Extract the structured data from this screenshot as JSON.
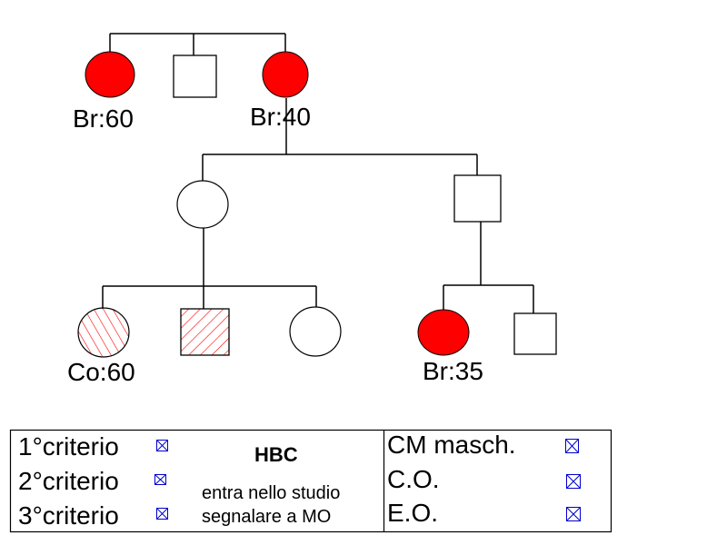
{
  "pedigree": {
    "generations": [
      {
        "name": "generation-1",
        "members": [
          {
            "id": "g1-female-left",
            "sex": "female",
            "affected": "breast",
            "label": "Br:60"
          },
          {
            "id": "g1-male",
            "sex": "male",
            "affected": "none",
            "label": ""
          },
          {
            "id": "g1-female-right",
            "sex": "female",
            "affected": "breast",
            "label": "Br:40"
          }
        ]
      },
      {
        "name": "generation-2",
        "members": [
          {
            "id": "g2-female",
            "sex": "female",
            "affected": "none",
            "label": ""
          },
          {
            "id": "g2-male",
            "sex": "male",
            "affected": "none",
            "label": ""
          }
        ]
      },
      {
        "name": "generation-3",
        "members": [
          {
            "id": "g3-female-colon",
            "sex": "female",
            "affected": "colon-hatched",
            "label": "Co:60"
          },
          {
            "id": "g3-male-hatched",
            "sex": "male",
            "affected": "colon-hatched",
            "label": ""
          },
          {
            "id": "g3-female",
            "sex": "female",
            "affected": "none",
            "label": ""
          },
          {
            "id": "g3-female-breast",
            "sex": "female",
            "affected": "breast",
            "label": "Br:35"
          },
          {
            "id": "g3-male",
            "sex": "male",
            "affected": "none",
            "label": ""
          }
        ]
      }
    ],
    "colors": {
      "affected": "#ff0000",
      "hatch": "#ff0000",
      "line": "#000000",
      "checkbox": "#0000cc"
    }
  },
  "legend": {
    "criteria": [
      {
        "label": "1°criterio",
        "checked": true
      },
      {
        "label": "2°criterio",
        "checked": true
      },
      {
        "label": "3°criterio",
        "checked": true
      }
    ],
    "title": "HBC",
    "note_line1": "entra nello studio",
    "note_line2": "segnalare a MO",
    "extras": [
      {
        "label": "CM masch.",
        "checked": true
      },
      {
        "label": "C.O.",
        "checked": true
      },
      {
        "label": "E.O.",
        "checked": true
      }
    ]
  }
}
